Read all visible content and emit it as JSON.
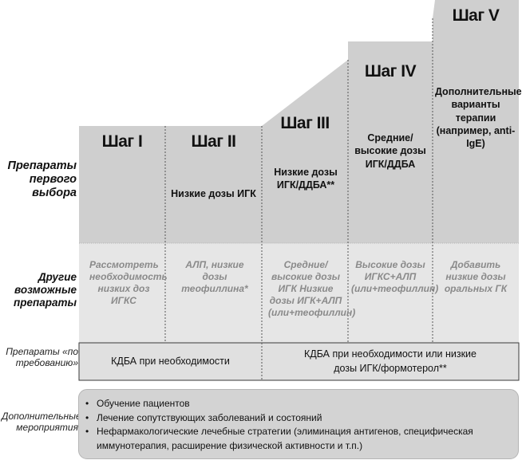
{
  "rows": {
    "first_choice": "Препараты первого выбора",
    "other_options": "Другие возможные препараты",
    "reliever": "Препараты «по требованию»",
    "additional": "Дополнительные мероприятия"
  },
  "steps": [
    {
      "title": "Шаг I",
      "first_choice": "",
      "other": "Рассмотреть необходимость низких доз ИГКС"
    },
    {
      "title": "Шаг II",
      "first_choice": "Низкие дозы ИГК",
      "other": "АЛП, низкие дозы теофиллина*"
    },
    {
      "title": "Шаг III",
      "first_choice": "Низкие дозы ИГК/ДДБА**",
      "other": "Средние/высокие дозы ИГК Низкие дозы ИГК+АЛП (или+теофиллин)"
    },
    {
      "title": "Шаг IV",
      "first_choice": "Средние/высокие дозы ИГК/ДДБА",
      "other": "Высокие дозы ИГКС+АЛП (или+теофиллин)"
    },
    {
      "title": "Шаг V",
      "first_choice": "Дополнительные варианты терапии (например, anti-IgE)",
      "other": "Добавить низкие дозы оральных ГК"
    }
  ],
  "reliever": {
    "steps_1_2": "КДБА при необходимости",
    "steps_3_5": "КДБА при необходимости или низкие дозы ИГК/формотерол**"
  },
  "additional_items": [
    "Обучение пациентов",
    "Лечение сопутствующих заболеваний и состояний",
    "Нефармакологические лечебные стратегии (элиминация антигенов, специфическая иммунотерапия, расширение физической активности и т.п.)"
  ],
  "colors": {
    "step_fill": "#cfcfcf",
    "other_fill": "#e6e6e6",
    "reliever_fill": "#e0e0e0",
    "box_fill": "#d3d3d3",
    "other_text": "#8a8a8a"
  }
}
